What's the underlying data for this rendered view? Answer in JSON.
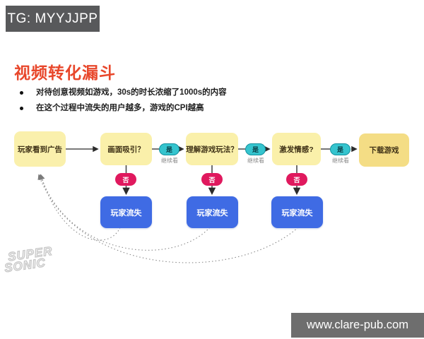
{
  "header": {
    "tag": "TG: MYYJJPP"
  },
  "title": "视频转化漏斗",
  "bullets": [
    "对待创意视频如游戏，30s的时长浓缩了1000s的内容",
    "在这个过程中流失的用户越多，游戏的CPI越高"
  ],
  "flow": {
    "stages": [
      "玩家看到广告",
      "画面吸引？",
      "理解游戏玩法？",
      "激发情感?",
      "下载游戏"
    ],
    "yes_label": "是",
    "yes_sublabel": "继续看",
    "no_label": "否",
    "churn_label": "玩家流失"
  },
  "watermark": {
    "line1": "SUPER",
    "line2": "SONIC"
  },
  "footer": {
    "url": "www.clare-pub.com"
  },
  "colors": {
    "title_red": "#e8472b",
    "stage_yellow": "#faf0aa",
    "download_gold": "#f4dd85",
    "churn_blue": "#3f6be4",
    "yes_teal": "#35c4ce",
    "no_pink": "#e0195e",
    "badge_gray": "#58595b"
  }
}
